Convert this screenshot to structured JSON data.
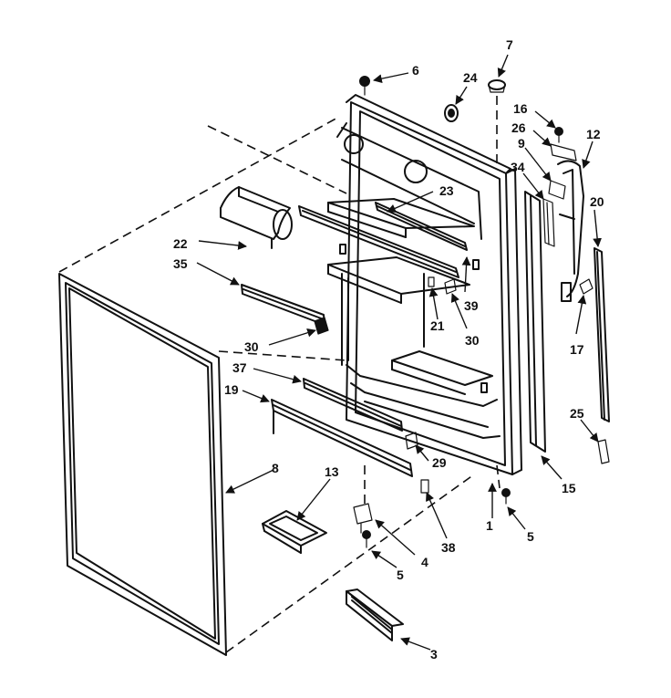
{
  "diagram": {
    "callouts": [
      {
        "id": "c1",
        "label": "1"
      },
      {
        "id": "c3",
        "label": "3"
      },
      {
        "id": "c4",
        "label": "4"
      },
      {
        "id": "c5a",
        "label": "5"
      },
      {
        "id": "c5b",
        "label": "5"
      },
      {
        "id": "c6",
        "label": "6"
      },
      {
        "id": "c7",
        "label": "7"
      },
      {
        "id": "c8",
        "label": "8"
      },
      {
        "id": "c9",
        "label": "9"
      },
      {
        "id": "c12",
        "label": "12"
      },
      {
        "id": "c13",
        "label": "13"
      },
      {
        "id": "c15",
        "label": "15"
      },
      {
        "id": "c16",
        "label": "16"
      },
      {
        "id": "c17",
        "label": "17"
      },
      {
        "id": "c19",
        "label": "19"
      },
      {
        "id": "c20",
        "label": "20"
      },
      {
        "id": "c21",
        "label": "21"
      },
      {
        "id": "c22",
        "label": "22"
      },
      {
        "id": "c23",
        "label": "23"
      },
      {
        "id": "c24",
        "label": "24"
      },
      {
        "id": "c25",
        "label": "25"
      },
      {
        "id": "c26",
        "label": "26"
      },
      {
        "id": "c29",
        "label": "29"
      },
      {
        "id": "c30a",
        "label": "30"
      },
      {
        "id": "c30b",
        "label": "30"
      },
      {
        "id": "c34",
        "label": "34"
      },
      {
        "id": "c35",
        "label": "35"
      },
      {
        "id": "c37",
        "label": "37"
      },
      {
        "id": "c38",
        "label": "38"
      },
      {
        "id": "c39",
        "label": "39"
      }
    ]
  }
}
